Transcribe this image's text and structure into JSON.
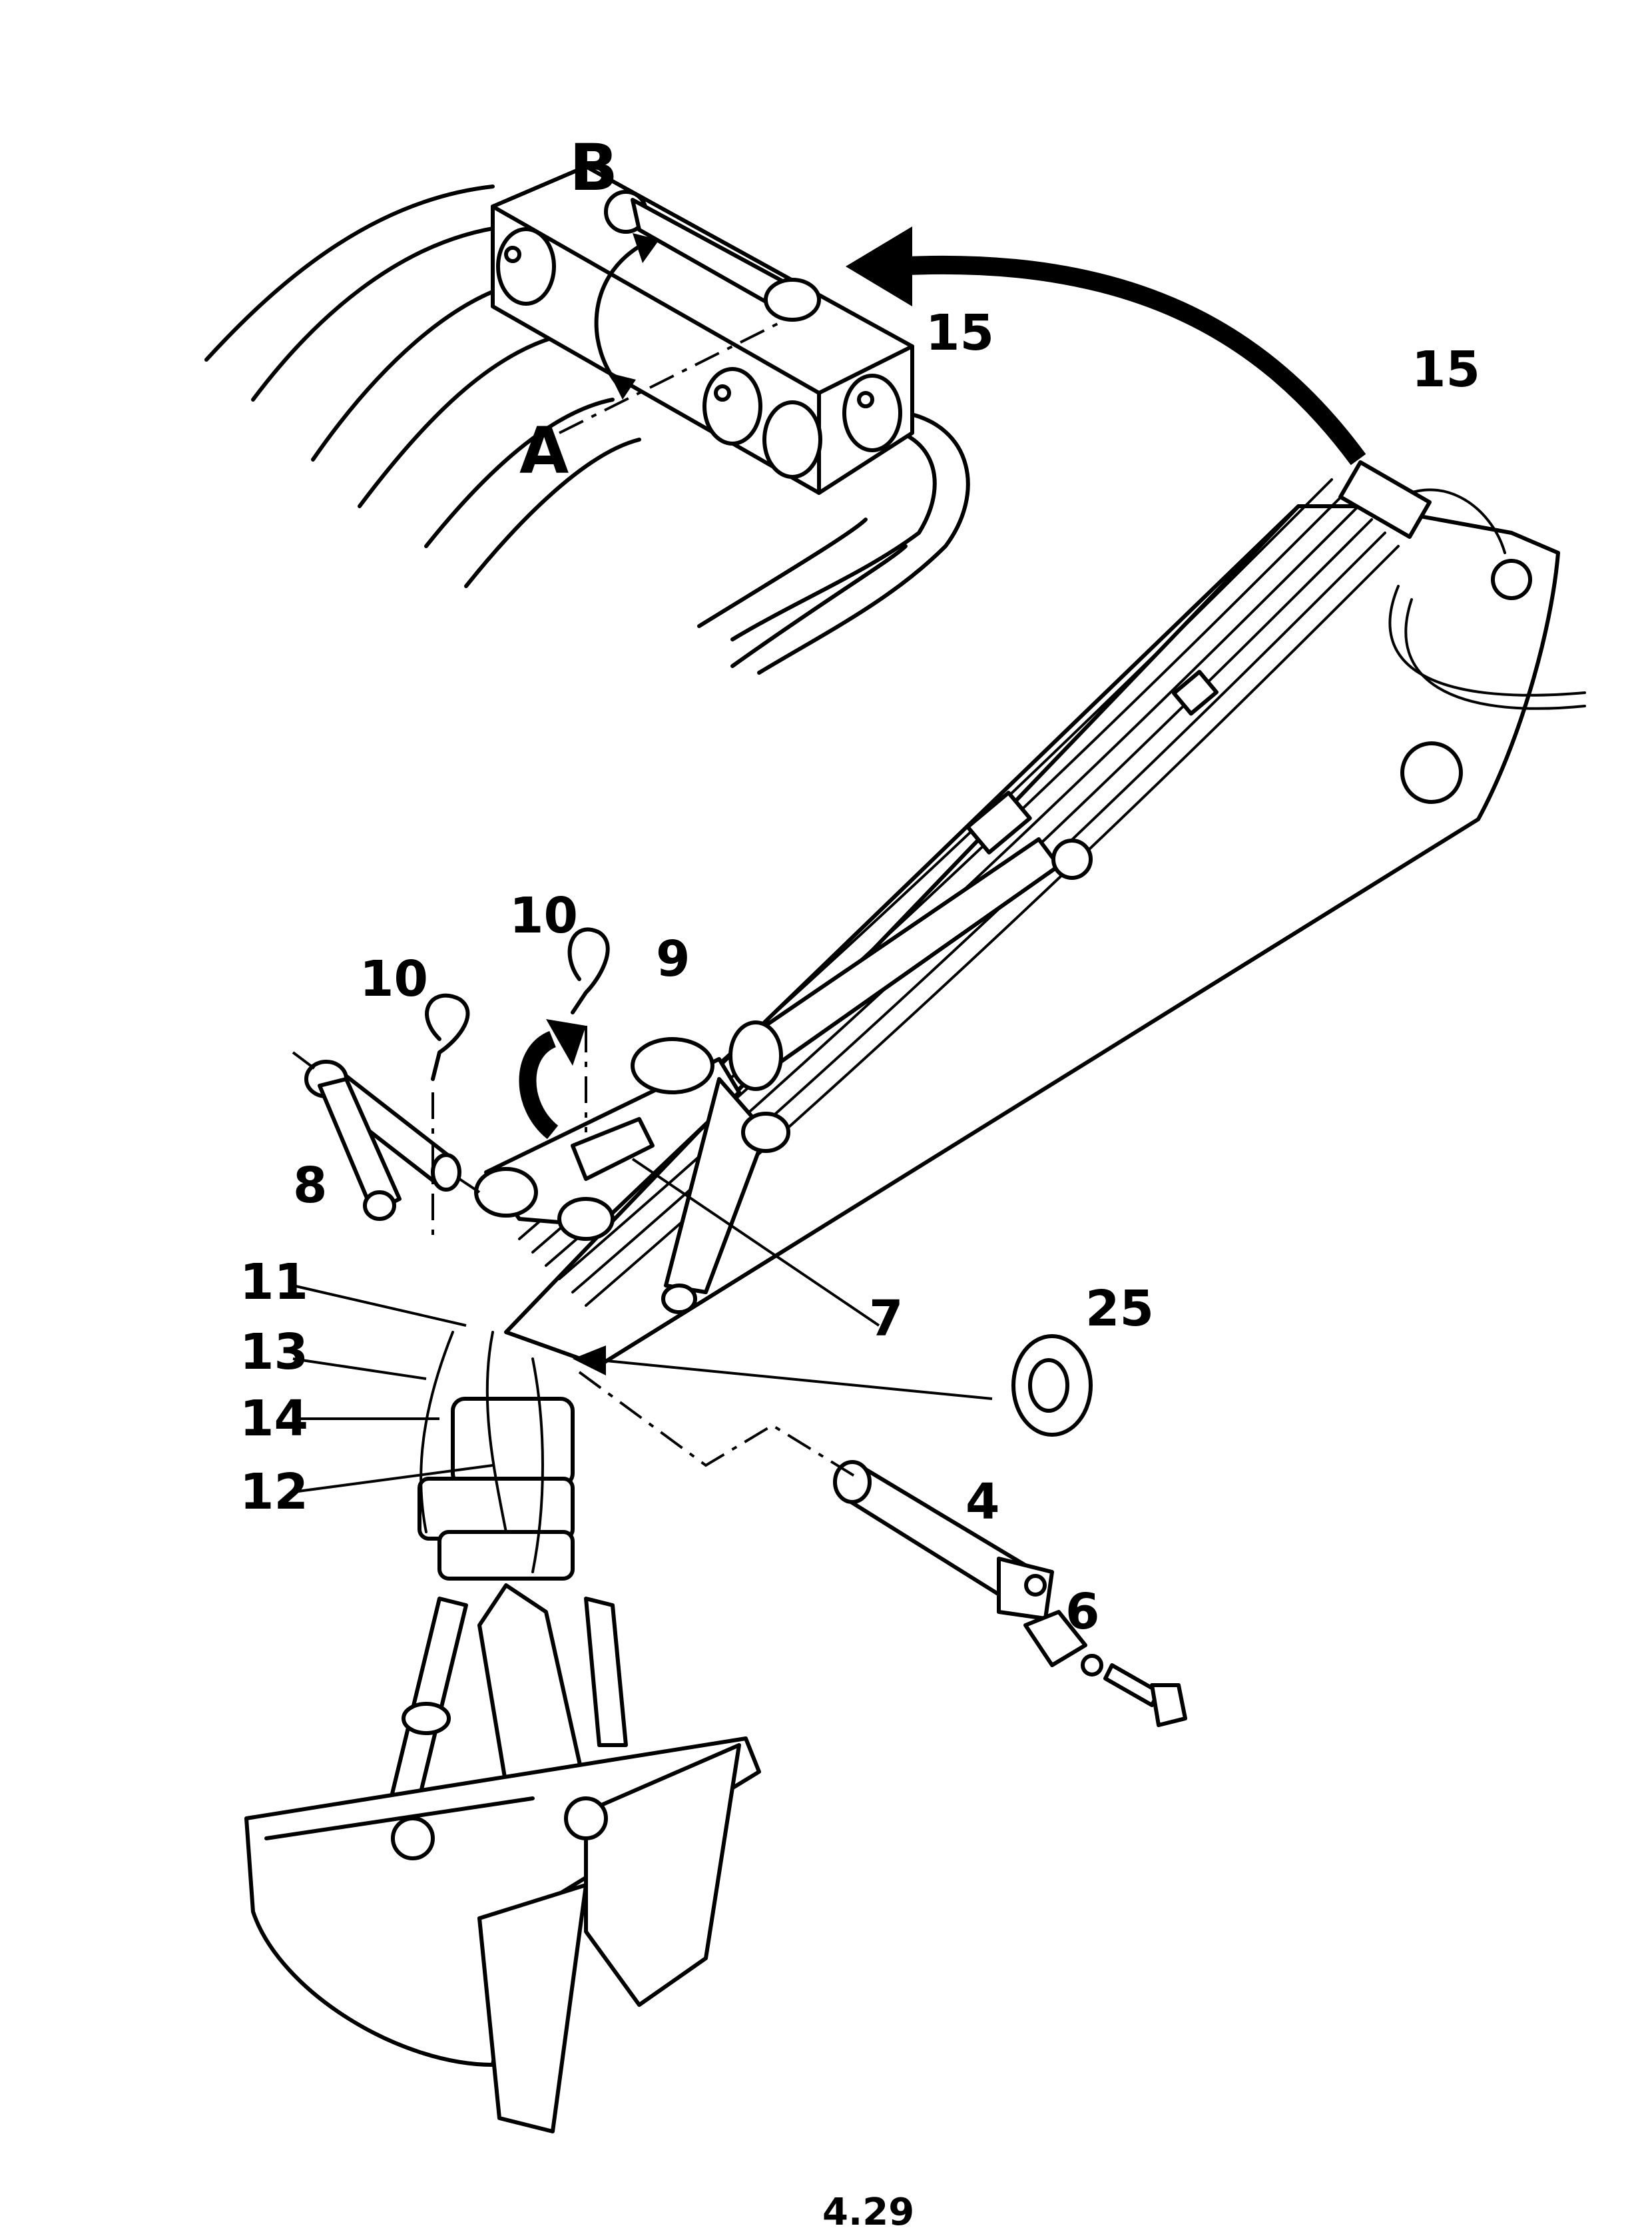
{
  "figure": {
    "page_number": "4.29",
    "detail_letters": {
      "a": "A",
      "b": "B"
    },
    "callouts": {
      "c4": "4",
      "c6": "6",
      "c7": "7",
      "c8": "8",
      "c9": "9",
      "c10_left": "10",
      "c10_right": "10",
      "c11": "11",
      "c12": "12",
      "c13": "13",
      "c14": "14",
      "c15_detail": "15",
      "c15_boom": "15",
      "c25": "25"
    }
  }
}
